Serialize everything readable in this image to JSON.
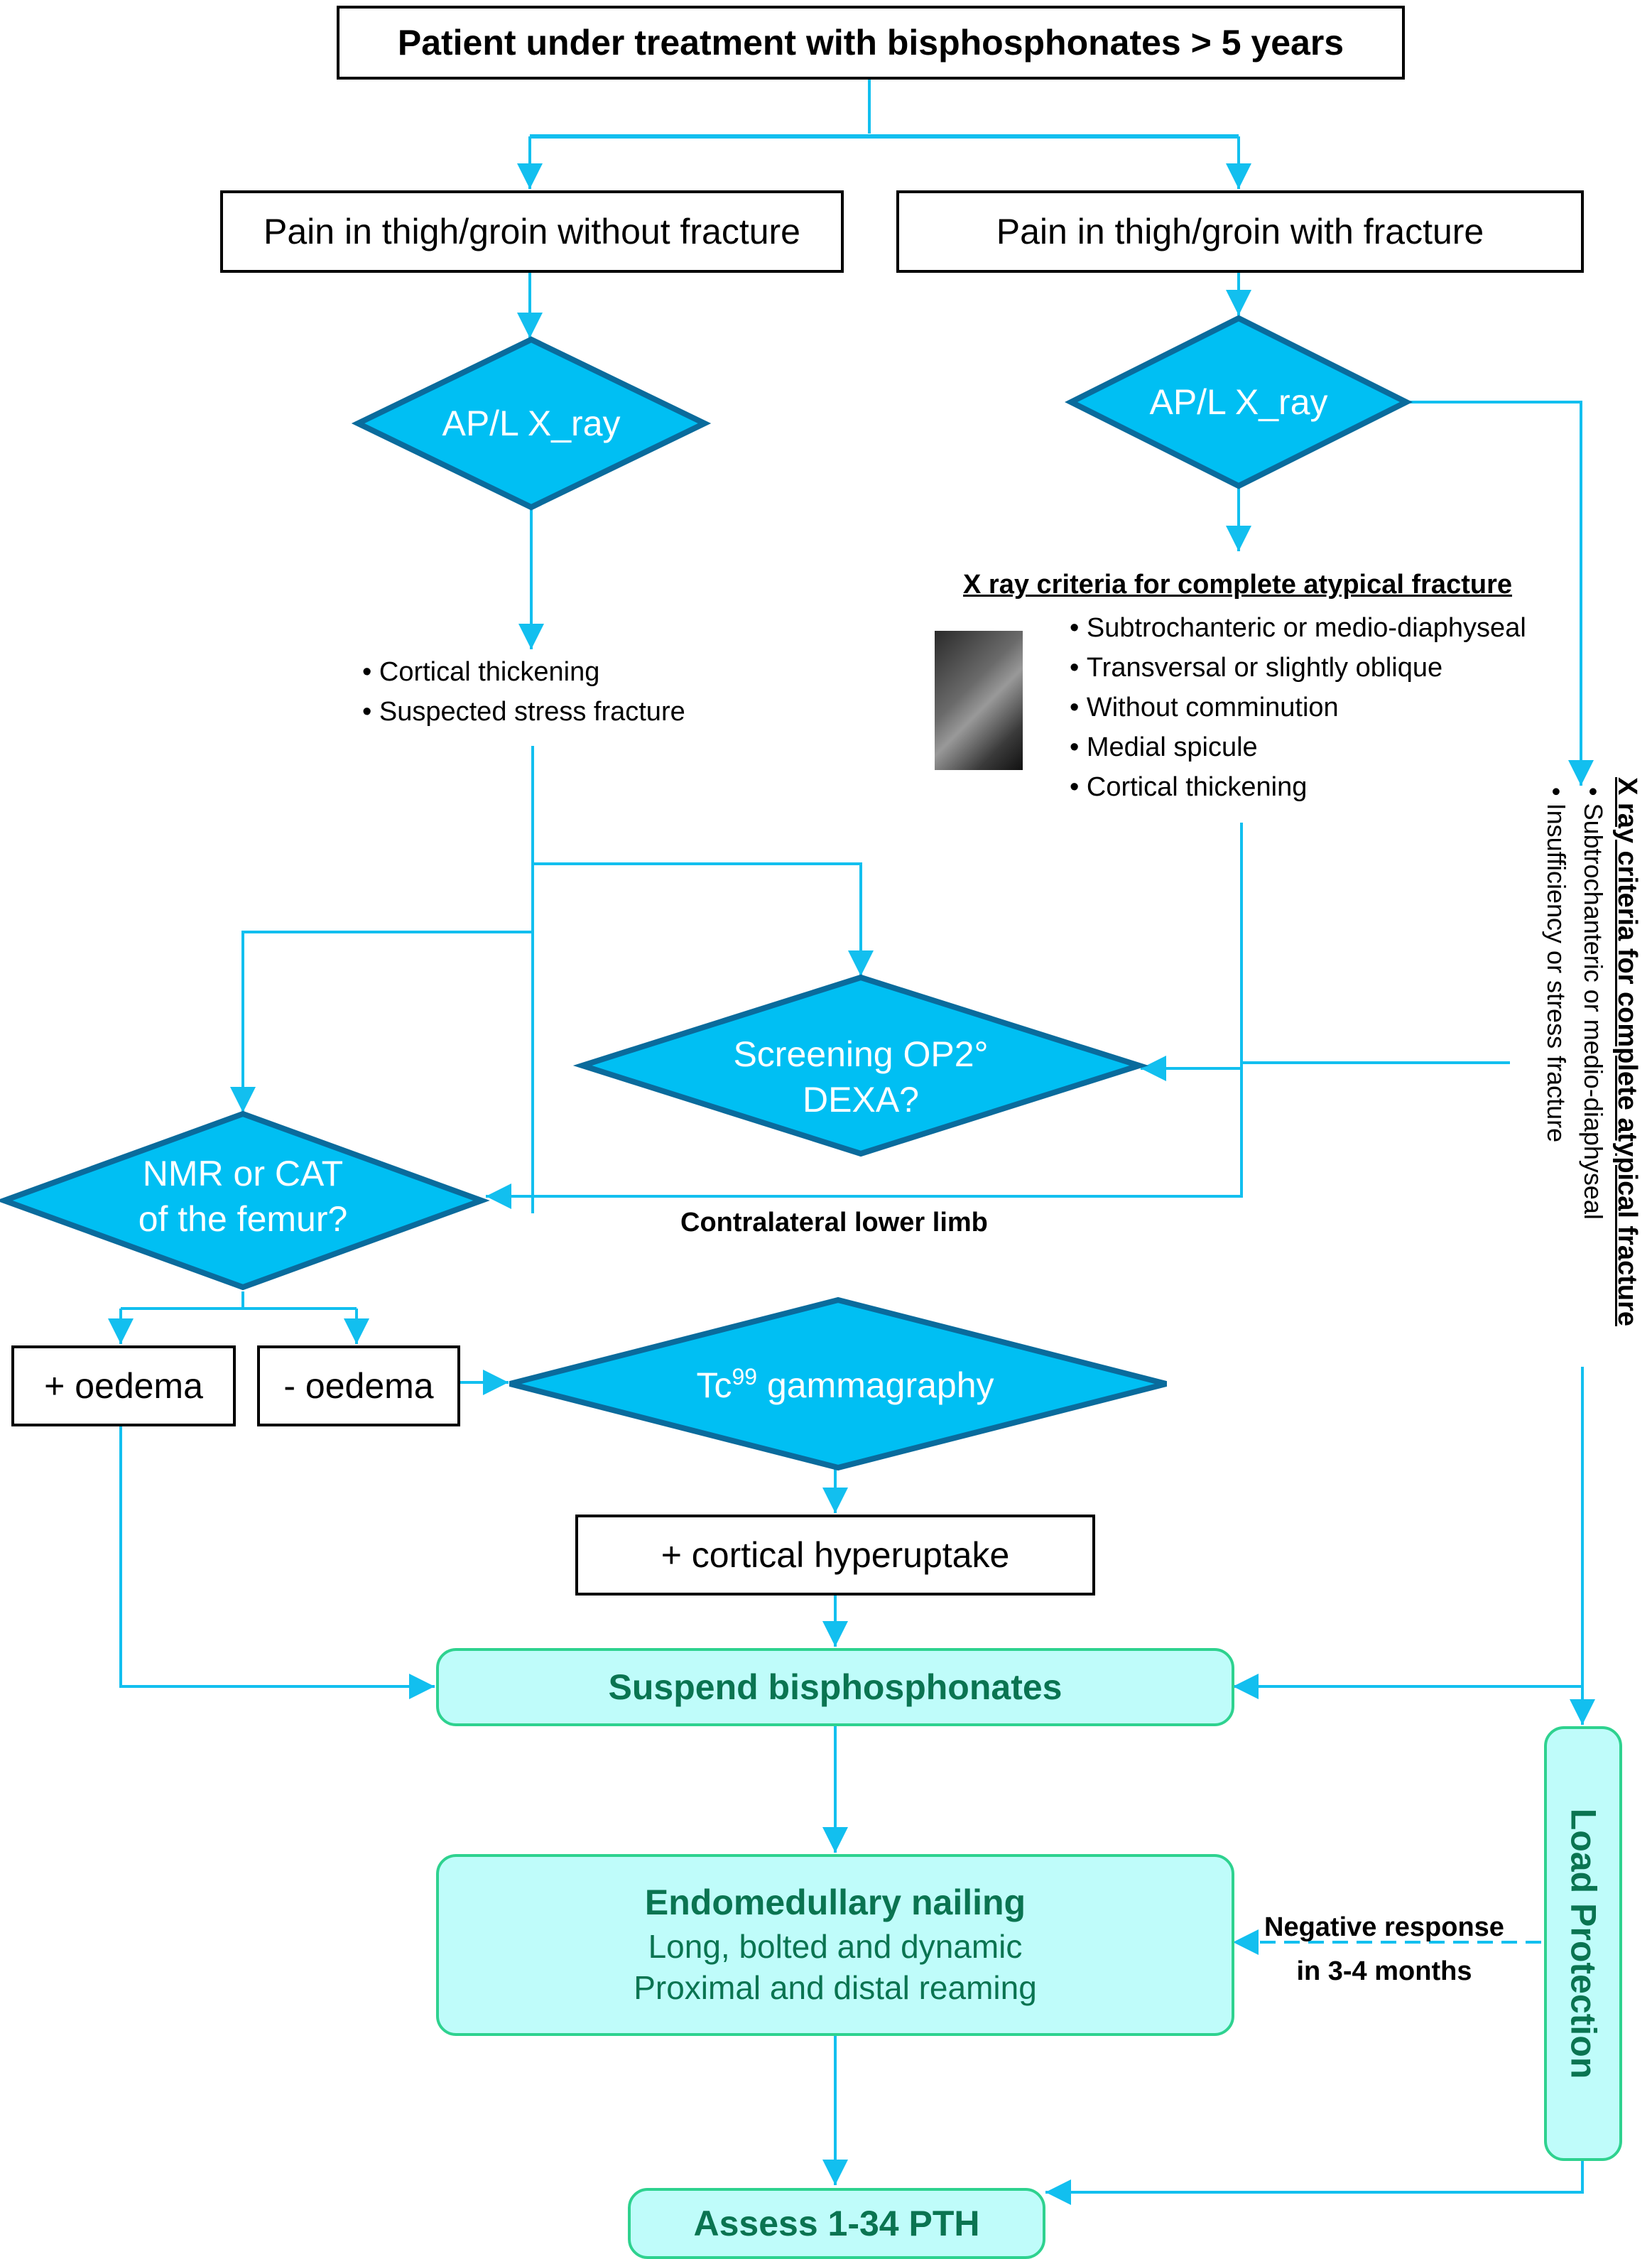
{
  "colors": {
    "connector": "#12bfef",
    "diamond_fill": "#00bff3",
    "diamond_border": "#0a6b9c",
    "action_fill": "#bffcfa",
    "action_border": "#2ed28f",
    "action_text": "#0a7451"
  },
  "start": {
    "label": "Patient under treatment with bisphosphonates > 5 years"
  },
  "branches": {
    "left": {
      "label": "Pain in thigh/groin without fracture"
    },
    "right": {
      "label": "Pain in thigh/groin with fracture"
    }
  },
  "diamonds": {
    "xray_left": {
      "label": "AP/L X_ray"
    },
    "xray_right": {
      "label": "AP/L X_ray"
    },
    "screening": {
      "line1": "Screening OP2°",
      "line2": "DEXA?"
    },
    "nmr": {
      "line1": "NMR or CAT",
      "line2": "of the femur?"
    },
    "tc99": {
      "prefix": "Tc",
      "sup": "99",
      "suffix": " gammagraphy"
    }
  },
  "left_findings": [
    "Cortical thickening",
    "Suspected stress fracture"
  ],
  "complete_criteria": {
    "title": "X  ray criteria for complete atypical fracture",
    "items": [
      "Subtrochanteric or medio-diaphyseal",
      "Transversal or slightly oblique",
      "Without comminution",
      "Medial spicule",
      "Cortical thickening"
    ]
  },
  "incomplete_criteria": {
    "title": "X  ray criteria for complete atypical fracture",
    "items": [
      "Subtrochanteric or medio-diaphyseal",
      "Insufficiency or stress fracture"
    ]
  },
  "contralateral_label": "Contralateral lower limb",
  "oedema": {
    "positive": "+ oedema",
    "negative": "- oedema"
  },
  "hyperuptake": "+ cortical hyperuptake",
  "actions": {
    "suspend": "Suspend bisphosphonates",
    "nailing": {
      "title": "Endomedullary nailing",
      "line1": "Long, bolted and dynamic",
      "line2": "Proximal and distal reaming"
    },
    "load_protection": "Load Protection",
    "assess": "Assess 1-34 PTH"
  },
  "negative_response": {
    "line1": "Negative response",
    "line2": "in 3-4 months"
  }
}
